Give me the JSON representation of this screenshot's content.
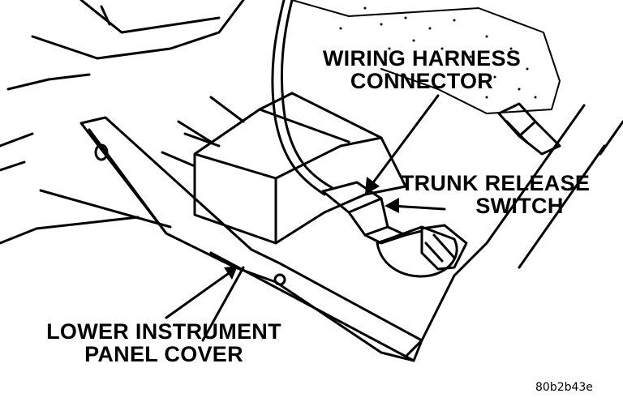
{
  "callouts": {
    "wiring_harness_line1": "WIRING HARNESS",
    "wiring_harness_line2": "CONNECTOR",
    "trunk_release_line1": "TRUNK RELEASE",
    "trunk_release_line2": "SWITCH",
    "lower_panel_line1": "LOWER INSTRUMENT",
    "lower_panel_line2": "PANEL COVER"
  },
  "figure_ref": "80b2b43e"
}
